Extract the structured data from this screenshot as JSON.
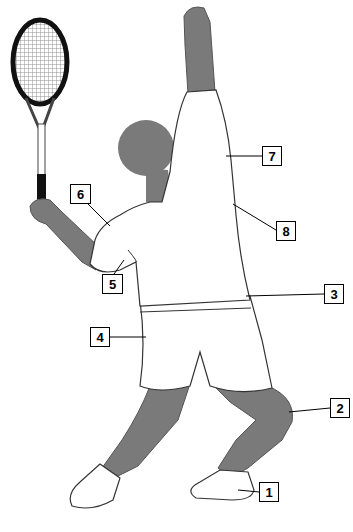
{
  "diagram": {
    "nodes": [
      {
        "text": [
          "7"
        ]
      },
      {
        "text": [
          "6"
        ]
      },
      {
        "text": [
          "8"
        ]
      },
      {
        "text": [
          "5"
        ]
      },
      {
        "text": [
          "3"
        ]
      },
      {
        "text": [
          "4"
        ]
      },
      {
        "text": [
          "2"
        ]
      },
      {
        "text": [
          "1"
        ]
      }
    ]
  }
}
